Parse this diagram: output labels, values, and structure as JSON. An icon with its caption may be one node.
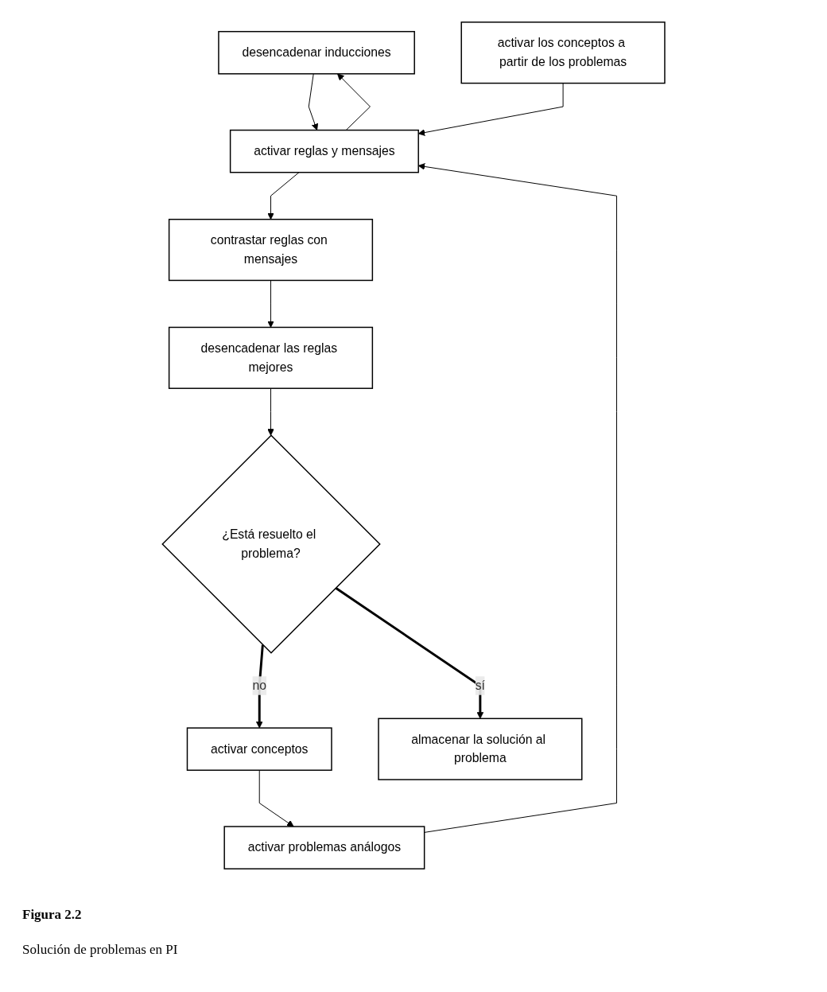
{
  "diagram": {
    "nodes": [
      {
        "text": [
          "desencadenar inducciones"
        ]
      },
      {
        "text": [
          "activar los conceptos a partir de los problemas"
        ]
      },
      {
        "text": [
          "activar reglas y mensajes"
        ]
      },
      {
        "text": [
          "contrastar reglas con mensajes"
        ]
      },
      {
        "text": [
          "desencadenar las reglas mejores"
        ]
      },
      {
        "text": [
          "activar problemas análogos"
        ]
      },
      {
        "text": [
          "¿Está resuelto el problema?"
        ]
      },
      {
        "text": [
          "activar conceptos"
        ]
      },
      {
        "text": [
          "almacenar la solución al problema"
        ]
      }
    ],
    "edges": [
      {
        "from": 2,
        "to": 0,
        "arrow": "to"
      },
      {
        "from": 0,
        "to": 2,
        "arrow": "to"
      },
      {
        "from": 1,
        "to": 2,
        "arrow": "to"
      },
      {
        "from": 2,
        "to": 3,
        "arrow": "to"
      },
      {
        "from": 3,
        "to": 4,
        "arrow": "to"
      },
      {
        "from": 4,
        "to": 6,
        "arrow": "to"
      },
      {
        "from": 6,
        "to": 7,
        "arrow": "to",
        "label": "no",
        "style": "thick"
      },
      {
        "from": 7,
        "to": 5,
        "arrow": "to"
      },
      {
        "from": 5,
        "to": 2,
        "arrow": "to"
      },
      {
        "from": 6,
        "to": 8,
        "arrow": "to",
        "label": "sí",
        "style": "thick"
      }
    ],
    "labels": [
      "Figura 2.2",
      "Solución de problemas en PI"
    ]
  }
}
